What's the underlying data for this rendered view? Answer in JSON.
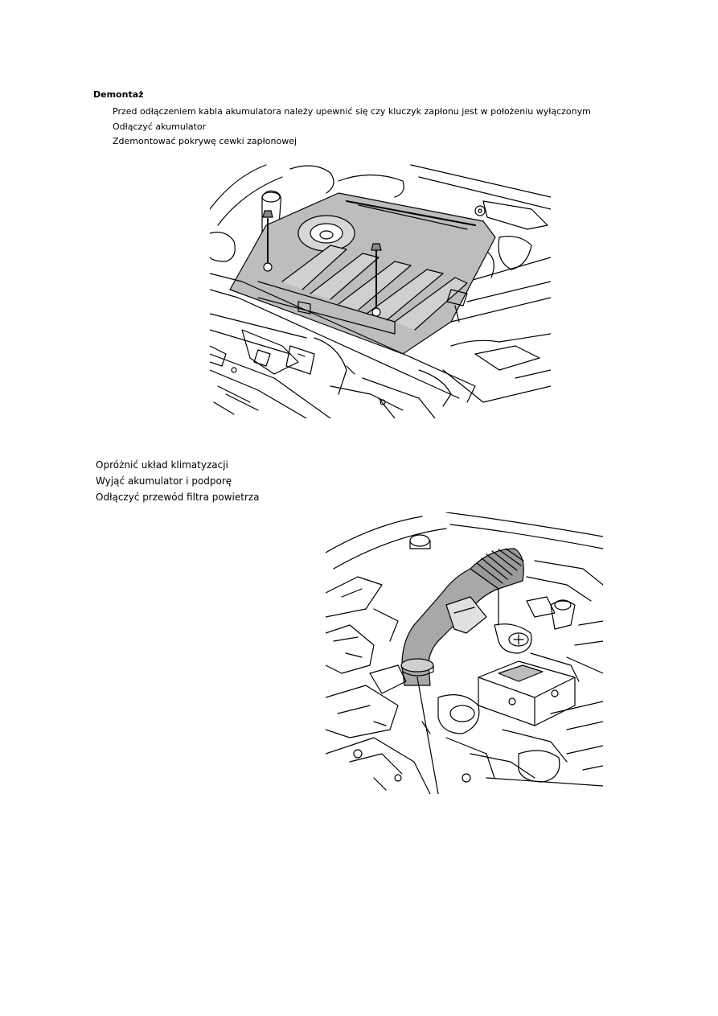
{
  "section1": {
    "heading": "Demontaż",
    "steps": [
      "Przed odłączeniem kabla akumulatora należy upewnić się czy kluczyk zapłonu jest w położeniu wyłączonym",
      "Odłączyć akumulator",
      "Zdemontować pokrywę cewki zapłonowej"
    ]
  },
  "section2": {
    "steps": [
      "Opróżnić układ klimatyzacji",
      "Wyjąć akumulator i podporę",
      "Odłączyć przewód filtra powietrza"
    ]
  },
  "figures": {
    "fig1_icon": "engine-cover-illustration",
    "fig2_icon": "air-filter-hose-illustration"
  }
}
